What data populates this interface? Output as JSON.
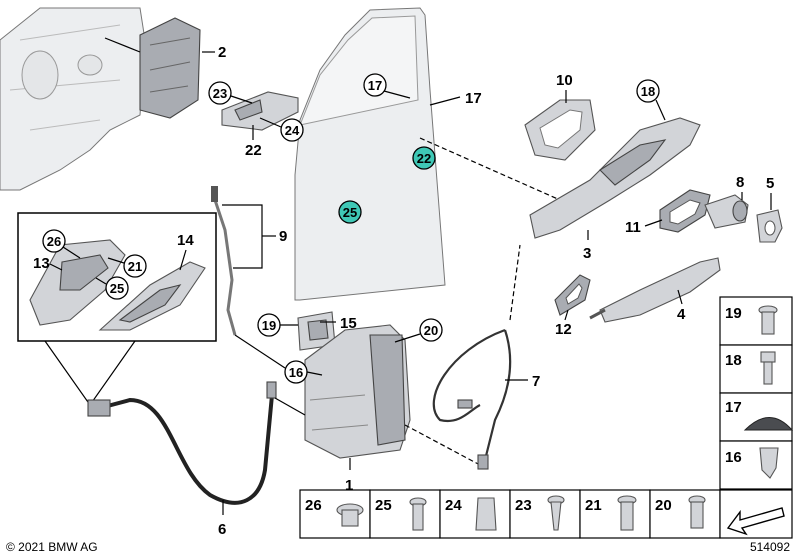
{
  "labels": {
    "p1": "1",
    "p2": "2",
    "p3": "3",
    "p4": "4",
    "p5": "5",
    "p6": "6",
    "p7": "7",
    "p8": "8",
    "p9": "9",
    "p10": "10",
    "p11": "11",
    "p12": "12",
    "p13": "13",
    "p14": "14",
    "p15": "15",
    "p16": "16",
    "p17a": "17",
    "p17b": "17",
    "p18": "18",
    "p19": "19",
    "p20": "20",
    "p21": "21",
    "p22a": "22",
    "p22b": "22",
    "p23": "23",
    "p24": "24",
    "p25a": "25",
    "p25b": "25",
    "p26": "26"
  },
  "fastener_table": {
    "right_column": [
      "19",
      "18",
      "17",
      "16"
    ],
    "bottom_row": [
      "26",
      "25",
      "24",
      "23",
      "21",
      "20"
    ]
  },
  "footer": {
    "copyright": "© 2021 BMW AG",
    "diagram_id": "514092"
  },
  "colors": {
    "highlight": "#3fc8b6",
    "part_fill": "#d2d4d8",
    "outline": "#000000"
  }
}
